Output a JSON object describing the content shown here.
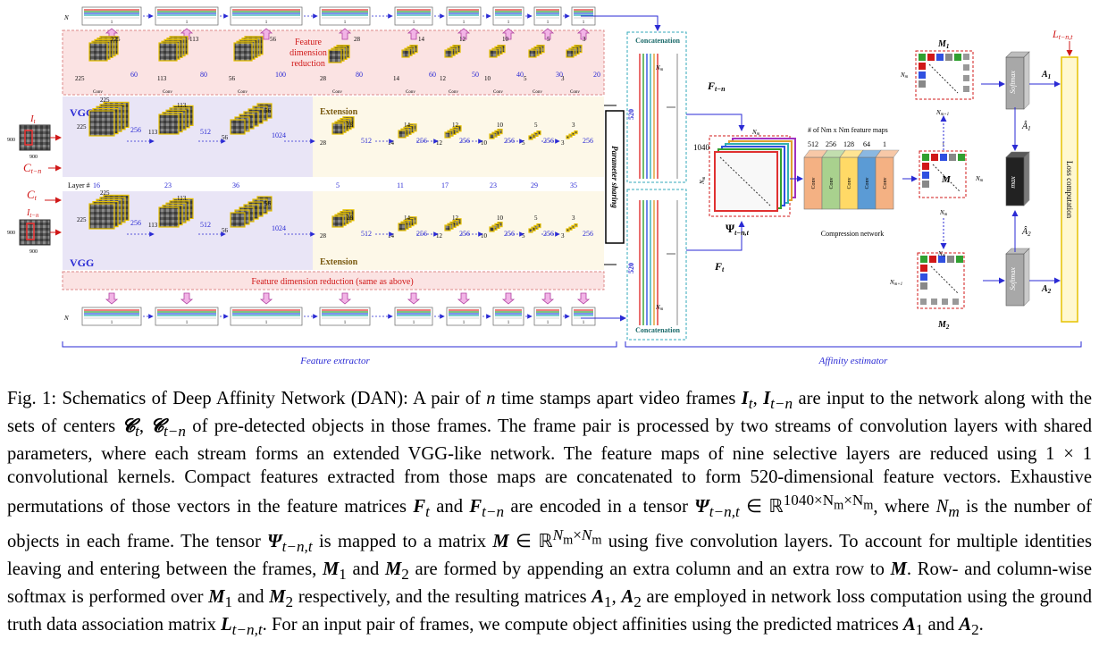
{
  "figure": {
    "top_strip_label": "N",
    "top_strip_sub": "m",
    "strip_mid_text": "1",
    "fdr_label_line1": "Feature",
    "fdr_label_line2": "dimension",
    "fdr_label_line3": "reduction",
    "fdr_bottom_label": "Feature dimension reduction (same as above)",
    "vgg_label": "VGG",
    "extension_label": "Extension",
    "conv_label": "Conv",
    "layer_label": "Layer #",
    "layer_numbers": [
      "16",
      "23",
      "36",
      "5",
      "11",
      "17",
      "23",
      "29",
      "35"
    ],
    "vgg_dims": [
      "225",
      "225",
      "113",
      "113",
      "56",
      "56"
    ],
    "vgg_channels": [
      "256",
      "512",
      "1024"
    ],
    "ext_sizes": [
      "28",
      "14",
      "12",
      "10",
      "5",
      "3"
    ],
    "ext_channels": [
      "512",
      "256",
      "256",
      "256",
      "256",
      "256"
    ],
    "reduce_channels": [
      "60",
      "80",
      "100",
      "80",
      "60",
      "50",
      "40",
      "30",
      "20"
    ],
    "input_size": "900",
    "input_top_label": "I",
    "input_top_sub": "t",
    "input_bottom_label": "I",
    "input_bottom_sub": "t−n",
    "centers_top": "C",
    "centers_top_sub": "t−n",
    "centers_bottom": "C",
    "centers_bottom_sub": "t",
    "param_sharing": "Parameter sharing",
    "concat_label": "Concatenation",
    "dim_520": "520",
    "nm": "N",
    "nm_sub": "m",
    "f_top": "F",
    "f_top_sub": "t−n",
    "f_bottom": "F",
    "f_bottom_sub": "t",
    "tensor_depth": "1040",
    "psi_label": "Ψ",
    "psi_sub": "t−n,t",
    "compression_header": "# of N",
    "compression_header_rest": "m x N",
    "compression_header_end": "m feature maps",
    "compression_channels": [
      "512",
      "256",
      "128",
      "64",
      "1"
    ],
    "compression_colors": [
      "#f4b183",
      "#a9d18e",
      "#ffd966",
      "#5b9bd5",
      "#f4b183"
    ],
    "compression_label": "Compression network",
    "m_label": "M",
    "m1_label": "M",
    "m1_sub": "1",
    "m2_label": "M",
    "m2_sub": "2",
    "nm_plus1": "N",
    "nm_plus1_rest": "m+1",
    "softmax": "Softmax",
    "max": "max",
    "a1": "A",
    "a1_sub": "1",
    "a2": "A",
    "a2_sub": "2",
    "loss_computation": "Loss computation",
    "loss_label": "L",
    "loss_sub": "t−n,t",
    "one": "1",
    "feature_extractor": "Feature extractor",
    "affinity_estimator": "Affinity estimator"
  },
  "caption": {
    "p1": "Fig. 1: Schematics of Deep Affinity Network (DAN): A pair of ",
    "n": "n",
    "p2": " time stamps apart video frames ",
    "It": "I",
    "It_sub": "t",
    "comma1": ", ",
    "Itn": "I",
    "Itn_sub": "t−n",
    "p3": " are input to the network along with the sets of centers ",
    "Ct": "𝓒",
    "Ct_sub": "t",
    "comma2": ", ",
    "Ctn": "𝓒",
    "Ctn_sub": "t−n",
    "p4": " of pre-detected objects in those frames. The frame pair is processed by two streams of convolution layers with shared parameters, where each stream forms an extended VGG-like network. The feature maps of nine selective layers are reduced using ",
    "kernel": "1 × 1",
    "p5": " convolutional kernels. Compact features extracted from those maps are concatenated to form ",
    "dim520": "520",
    "p6": "-dimensional feature vectors. Exhaustive permutations of those vectors in the feature matrices ",
    "Ft": "F",
    "Ft_sub": "t",
    "and1": " and ",
    "Ftn": "F",
    "Ftn_sub": "t−n",
    "p7": " are encoded in a tensor ",
    "Psi": "Ψ",
    "Psi_sub": "t−n,t",
    "in_R": " ∈ ℝ",
    "R_sup": "1040×N",
    "R_sup_m": "m",
    "R_sup2": "×N",
    "R_sup2_m": "m",
    "p8": ", where ",
    "Nm": "N",
    "Nm_sub": "m",
    "p9": " is the number of objects in each frame. The tensor ",
    "p10": " is mapped to a matrix ",
    "M": "M",
    "M_in": " ∈ ℝ",
    "p11": " using five convolution layers. To account for multiple identities leaving and entering between the frames, ",
    "M1": "M",
    "M1_sub": "1",
    "and2": " and ",
    "M2": "M",
    "M2_sub": "2",
    "p12": " are formed by appending an extra column and an extra row to ",
    "p13": ". Row- and column-wise softmax is performed over ",
    "p14": " respectively, and the resulting matrices ",
    "A1": "A",
    "A1_sub": "1",
    "A2": "A",
    "A2_sub": "2",
    "p15": " are employed in network loss computation using the ground truth data association matrix ",
    "L": "L",
    "L_sub": "t−n,t",
    "p16": ". For an input pair of frames, we compute object affinities using the predicted matrices ",
    "p17": "."
  }
}
